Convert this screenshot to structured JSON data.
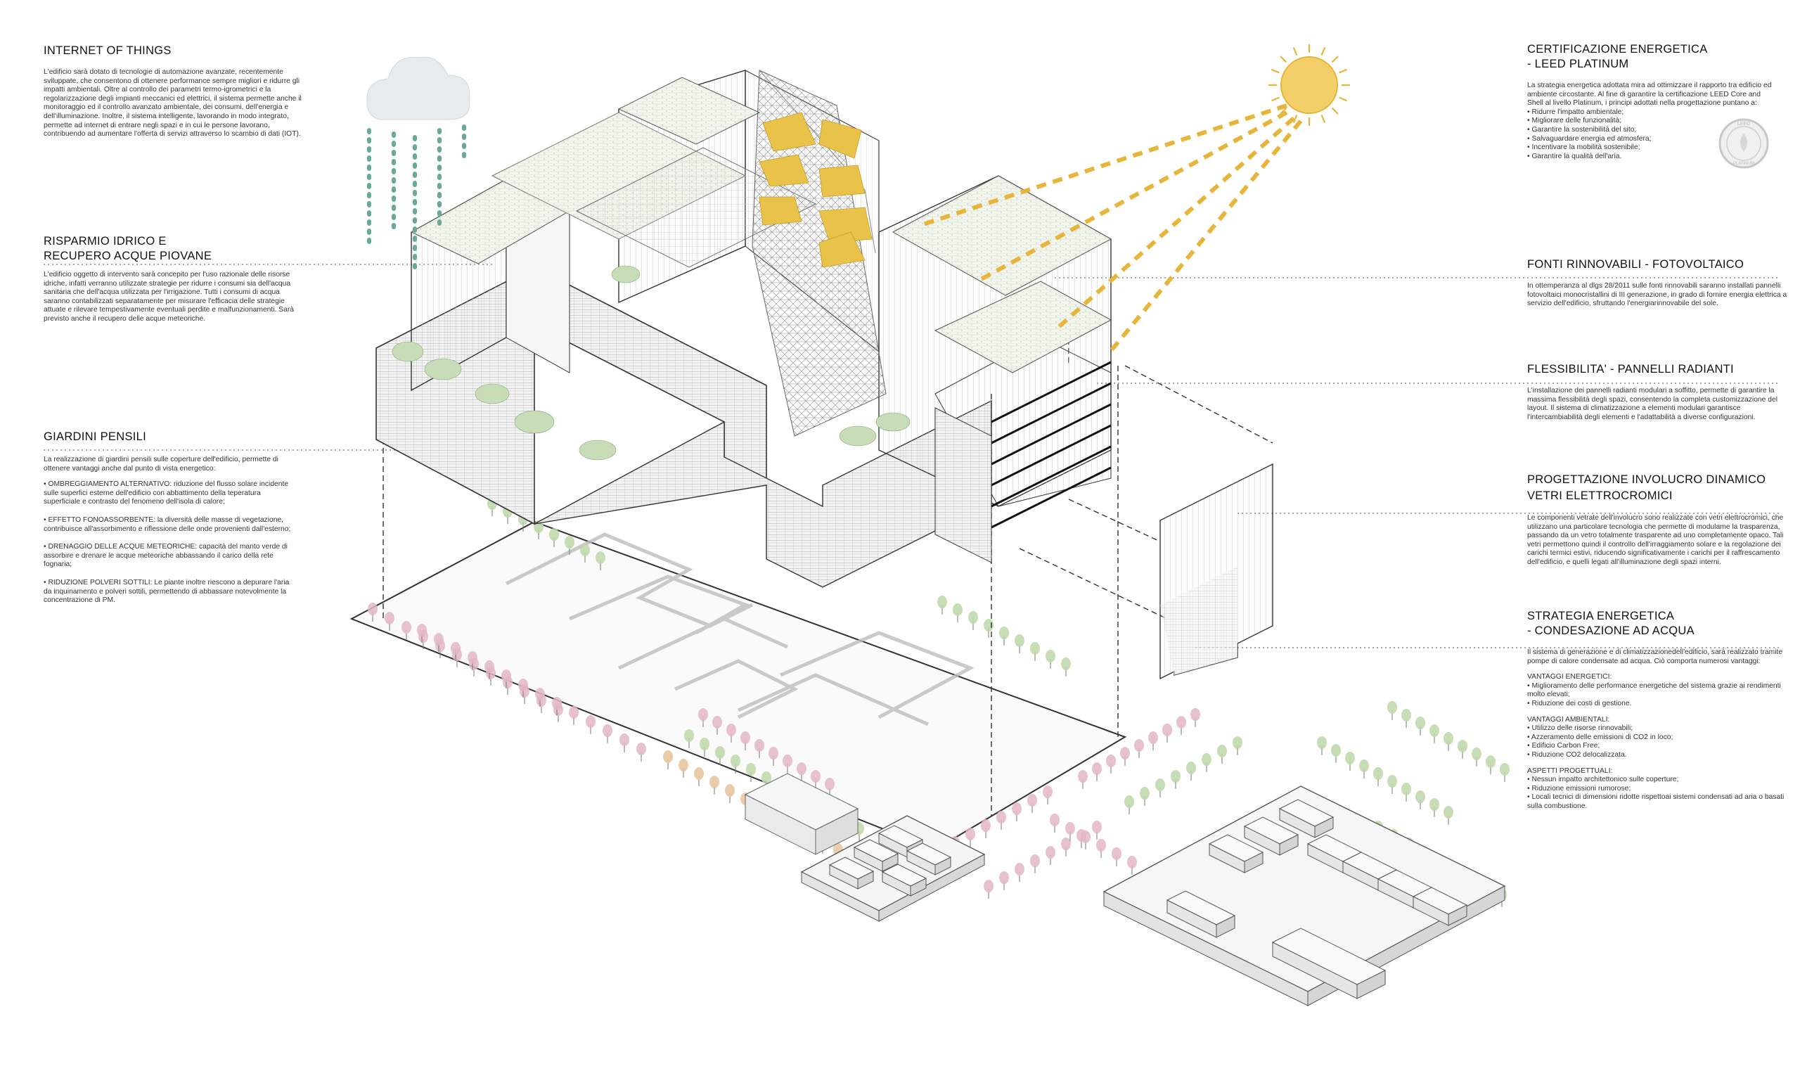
{
  "left": {
    "iot": {
      "title": "INTERNET OF THINGS",
      "text": "L'edificio sarà dotato di tecnologie di automazione avanzate, recentemente sviluppate, che consentono di ottenere performance sempre migliori e ridurre gli impatti ambientali. Oltre al controllo dei parametri termo-igrometrici e la regolarizzazione degli impianti meccanici ed elettrici, il sistema permette anche il monitoraggio ed il controllo avanzato ambientale, dei consumi, dell'energia e dell'illuminazione. Inoltre, il sistema intelligente, lavorando in modo integrato, permette ad internet di entrare negli spazi e in cui le persone lavorano, contribuendo ad aumentare l'offerta di servizi attraverso lo scambio di dati (IOT)."
    },
    "water": {
      "title_line1": "RISPARMIO IDRICO E",
      "title_line2": "RECUPERO ACQUE PIOVANE",
      "text": "L'edificio oggetto di intervento sarà concepito per l'uso razionale delle risorse idriche, infatti verranno utilizzate strategie per ridurre i consumi sia dell'acqua sanitaria che dell'acqua utilizzata per l'irrigazione. Tutti i consumi di acqua saranno contabilizzati separatamente per misurare l'efficacia delle strategie attuate e rilevare tempestivamente eventuali perdite e malfunzionamenti. Sarà previsto anche il recupero delle acque meteoriche."
    },
    "gardens": {
      "title": "GIARDINI PENSILI",
      "intro": "La realizzazione di giardini pensili sulle coperture dell'edificio, permette di ottenere vantaggi anche dal punto di vista energetico:",
      "items": [
        "• OMBREGGIAMENTO ALTERNATIVO: riduzione del flusso solare incidente sulle superfici esterne dell'edificio con abbattimento della teperatura superficiale e contrasto del fenomeno dell'isola di calore;",
        "• EFFETTO FONOASSORBENTE: la diversità delle masse di vegetazione, contribuisce all'assorbimento e riflessione delle onde provenienti dall'esterno;",
        "• DRENAGGIO DELLE ACQUE METEORICHE: capacità del manto verde di assorbire e drenare le acque meteoriche abbassando il carico della rete fognaria;",
        "• RIDUZIONE POLVERI SOTTILI: Le piante inoltre riescono a depurare l'aria da inquinamento e polveri sottili, permettendo di abbassare notevolmente la concentrazione di PM."
      ]
    }
  },
  "right": {
    "leed": {
      "title_line1": "CERTIFICAZIONE ENERGETICA",
      "title_line2": "- LEED PLATINUM",
      "text": "La strategia energetica adottata mira ad ottimizzare il rapporto tra edificio ed ambiente circostante. Al fine di garantire la certificazione LEED Core and Shell al livello Platinum, i principi adottati nella progettazione puntano a:",
      "bullets": [
        "Ridurre l'impatto ambientale;",
        "Migliorare delle funzionalità;",
        "Garantire la sostenibilità del sito;",
        "Salvaguardare energia ed atmosfera;",
        "Incentivare la mobilità sostenibile;",
        "Garantire la qualità dell'aria."
      ],
      "badge_top": "LEED",
      "badge_bottom": "PLATINUM"
    },
    "pv": {
      "title": "FONTI RINNOVABILI - FOTOVOLTAICO",
      "text": "In ottemperanza al dlgs 28/2011 sulle fonti rinnovabili saranno installati pannelli fotovoltaici monocristallini di III generazione, in grado di fornire energia elettrica a servizio dell'edificio, sfruttando l'energiarinnovabile del sole."
    },
    "flex": {
      "title": "FLESSIBILITA' - PANNELLI RADIANTI",
      "text": "L'installazione dei pannelli radianti modulari a soffitto, permette di garantire la massima flessibilità degli spazi, consentendo la completa customizzazione del layout. Il sistema di climatizzazione a elementi modulari garantisce l'intercambiabilità degli elementi e l'adattabilità a diverse configurazioni."
    },
    "envelope": {
      "title_line1": "PROGETTAZIONE INVOLUCRO DINAMICO",
      "title_line2": "VETRI ELETTROCROMICI",
      "text": "Le componenti vetrate dell'involucro sono realizzate con vetri elettrocromici, che utilizzano una particolare tecnologia che permette di modulame la trasparenza, passando da un vetro totalmente trasparente ad uno completamente opaco. Tali vetri permettono quindi il controllo dell'irraggiamento solare e la regolazione dei carichi termici estivi, riducendo significativamente i carichi per il raffrescamento dell'edificio, e quelli legati all'illuminazione degli spazi interni."
    },
    "strategy": {
      "title_line1": "STRATEGIA ENERGETICA",
      "title_line2": "- CONDESAZIONE AD ACQUA",
      "text": "Il sistema di generazione e di climatizzazionedell'edificio, sarà realizzato tramite pompe di calore condensate ad acqua. Ciò comporta numerosi vantaggi:",
      "energy_head": "VANTAGGI ENERGETICI:",
      "energy": [
        "Miglioramento delle performance energetiche del sistema grazie ai rendimenti molto elevati;",
        "Riduzione dei costi di gestione."
      ],
      "env_head": "VANTAGGI AMBIENTALI:",
      "env": [
        "Utilizzo delle risorse rinnovabili;",
        "Azzeramento delle emissioni di CO2 in loco;",
        "Edificio Carbon Free;",
        "Riduzione CO2 delocalizzata."
      ],
      "design_head": "ASPETTI PROGETTUALI:",
      "design": [
        "Nessun impatto architettonico sulle coperture;",
        "Riduzione emissioni rumorose;",
        "Locali tecnici di dimensioni ridotte rispettoai sistemi condensati ad aria o basati sulla combustione."
      ]
    }
  },
  "colors": {
    "sun": "#f3cf6a",
    "sun_ray": "#e6b53a",
    "panels": "#e9c24a",
    "rain": "#6aa99a",
    "cloud": "#e6ebee",
    "line": "#444444",
    "tree_green": "#bcd7a8",
    "tree_pink": "#e3b6c6",
    "tree_orange": "#e8c39a"
  }
}
